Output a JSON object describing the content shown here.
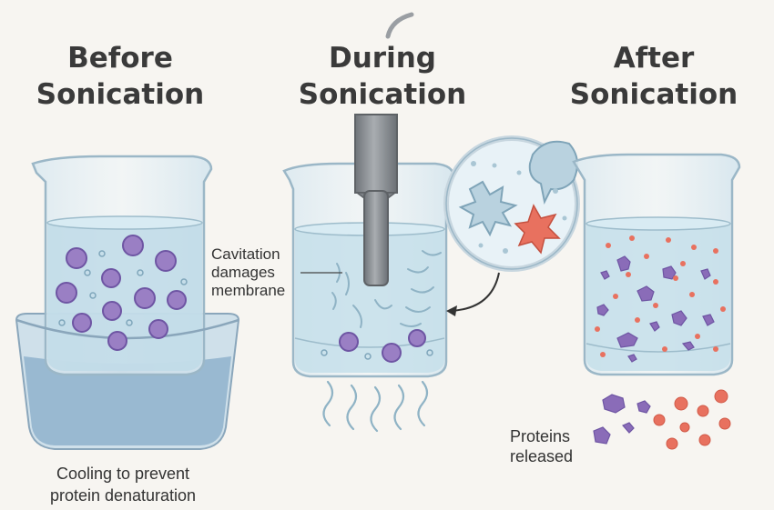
{
  "panels": {
    "before": {
      "title_line1": "Before",
      "title_line2": "Sonication"
    },
    "during": {
      "title_line1": "During",
      "title_line2": "Sonication"
    },
    "after": {
      "title_line1": "After",
      "title_line2": "Sonication"
    }
  },
  "labels": {
    "cavitation": {
      "line1": "Cavitation",
      "line2": "damages",
      "line3": "membrane"
    },
    "cooling": {
      "line1": "Cooling to prevent",
      "line2": "protein denaturation"
    },
    "proteins": {
      "line1": "Proteins",
      "line2": "released"
    }
  },
  "colors": {
    "cell_purple": "#9a7fc4",
    "cell_outline": "#6e55a3",
    "fragment_red": "#e8715f",
    "liquid_blue": "#bfdbe8",
    "ice_bath": "#8fb1cc",
    "probe_gray": "#8d9196",
    "background": "#f7f5f1"
  }
}
